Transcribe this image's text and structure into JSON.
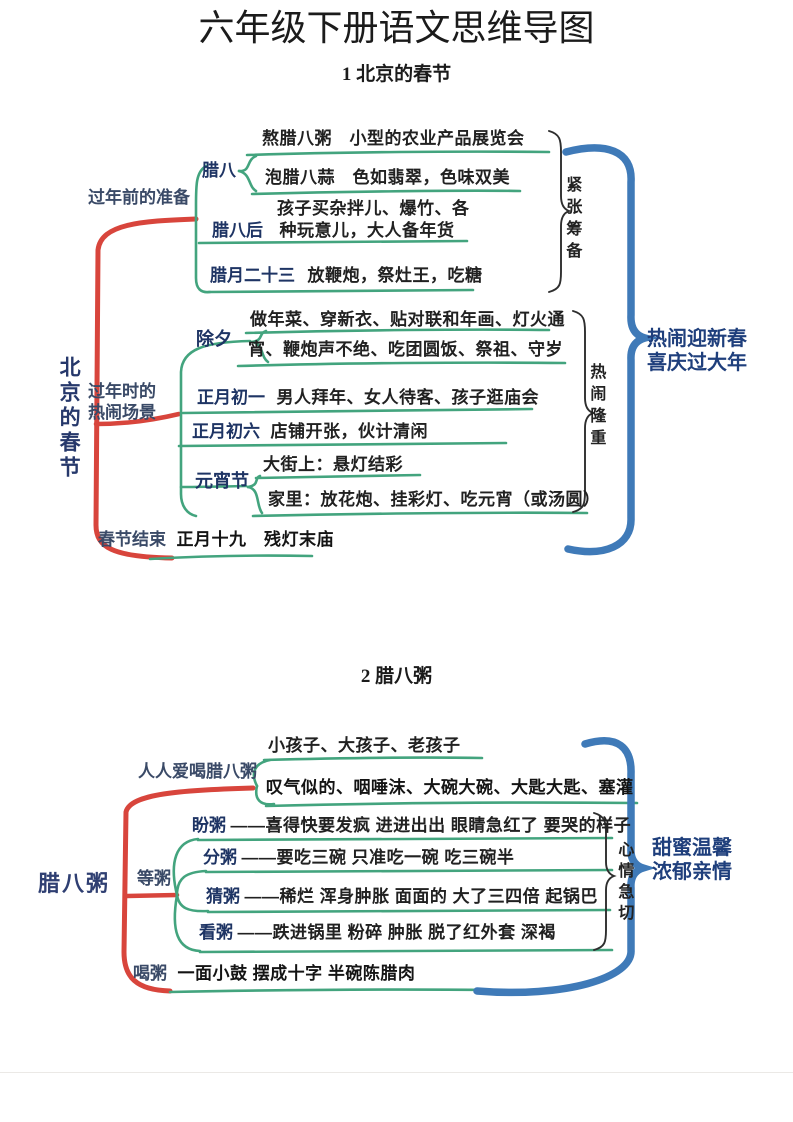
{
  "doc": {
    "title": "六年级下册语文思维导图",
    "s1_heading": "1  北京的春节",
    "s2_heading": "2  腊八粥"
  },
  "colors": {
    "branch_red": "#d8453c",
    "leaf_green": "#43a47e",
    "brace_blue": "#3f7ab8",
    "label_navy": "#1e3464",
    "text_black": "#212121"
  },
  "s1": {
    "root": "北京的春节",
    "prep_label": "过年前的准备",
    "laba_label": "腊八",
    "laba_row1": "熬腊八粥　小型的农业产品展览会",
    "laba_row2": "泡腊八蒜　色如翡翠，色味双美",
    "after_label": "腊八后",
    "after_row1": "孩子买杂拌儿、爆竹、各",
    "after_row2": "种玩意儿，大人备年货",
    "d23_label": "腊月二十三",
    "d23_text": "放鞭炮，祭灶王，吃糖",
    "brace1": "紧张筹备",
    "scene_label1": "过年时的",
    "scene_label2": "热闹场景",
    "chuxi_label": "除夕",
    "chuxi_row1": "做年菜、穿新衣、贴对联和年画、灯火通",
    "chuxi_row2": "宵、鞭炮声不绝、吃团圆饭、祭祖、守岁",
    "zy1_label": "正月初一",
    "zy1_text": "男人拜年、女人待客、孩子逛庙会",
    "zy6_label": "正月初六",
    "zy6_text": "店铺开张，伙计清闲",
    "yx_label": "元宵节",
    "yx_row1": "大街上：悬灯结彩",
    "yx_row2": "家里：放花炮、挂彩灯、吃元宵（或汤圆）",
    "brace2": "热闹隆重",
    "end_label": "春节结束",
    "end_text": "正月十九　残灯末庙",
    "conclusion1": "热闹迎新春",
    "conclusion2": "喜庆过大年"
  },
  "s2": {
    "root": "腊八粥",
    "love_label": "人人爱喝腊八粥",
    "love_row1": "小孩子、大孩子、老孩子",
    "love_row2": "叹气似的、咽唾沫、大碗大碗、大匙大匙、塞灌",
    "wait_label": "等粥",
    "pan_label": "盼粥",
    "pan_text": "——喜得快要发疯 进进出出 眼睛急红了 要哭的样子",
    "fen_label": "分粥",
    "fen_text": "——要吃三碗 只准吃一碗 吃三碗半",
    "cai_label": "猜粥",
    "cai_text": "——稀烂 浑身肿胀 面面的 大了三四倍 起锅巴",
    "kan_label": "看粥",
    "kan_text": "——跌进锅里 粉碎 肿胀 脱了红外套 深褐",
    "brace": "心情急切",
    "drink_label": "喝粥",
    "drink_text": "一面小鼓 摆成十字 半碗陈腊肉",
    "conclusion1": "甜蜜温馨",
    "conclusion2": "浓郁亲情"
  }
}
